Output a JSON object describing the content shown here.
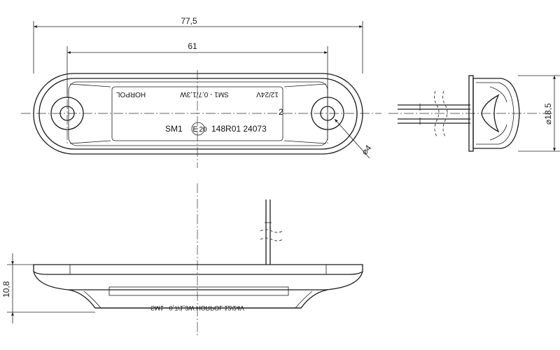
{
  "dimensions": {
    "overall_length": "77,5",
    "hole_spacing": "61",
    "hole_diameter": "⌀4",
    "side_height": "⌀18,5",
    "base_height": "10,8"
  },
  "markings": {
    "approval_prefix": "SM1",
    "approval_country": "E",
    "approval_country_code": "20",
    "approval_number": "148R01 24073",
    "brand_mirrored": "HORPOL",
    "voltage_mirrored": "12/24V",
    "model_mirrored": "SM1 - 0,7/1,3W",
    "bottom_text_mirrored": "SM1 - 0,7/1,3W   HORPOL   12/24V",
    "position_mark": "2"
  }
}
